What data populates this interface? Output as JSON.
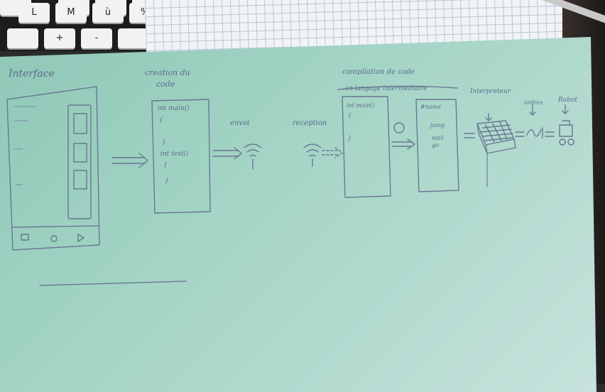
{
  "keyboard": {
    "keys": [
      "L",
      "M",
      "ù",
      "%",
      "+",
      "-"
    ]
  },
  "sketch": {
    "labels": {
      "interface": "Interface",
      "creation_line1": "creation du",
      "creation_line2": "code",
      "envoi": "envoi",
      "reception": "reception",
      "compilation_line1": "compilation de code",
      "compilation_line2": "en langage intermediaire",
      "interpreteur": "Interpreteur",
      "ordres": "ordres",
      "robot": "Robot"
    },
    "code_box": {
      "line1": "int main()",
      "line2": "{",
      "line3": "}",
      "line4": "int test()",
      "line5": "{",
      "line6": "}"
    },
    "compiled_box": {
      "line1": "int main()",
      "line2": "{",
      "line3": "}"
    },
    "intermediate_box": {
      "line1": "#name",
      "line2": "jump",
      "line3": "m01",
      "line4": "go"
    }
  }
}
